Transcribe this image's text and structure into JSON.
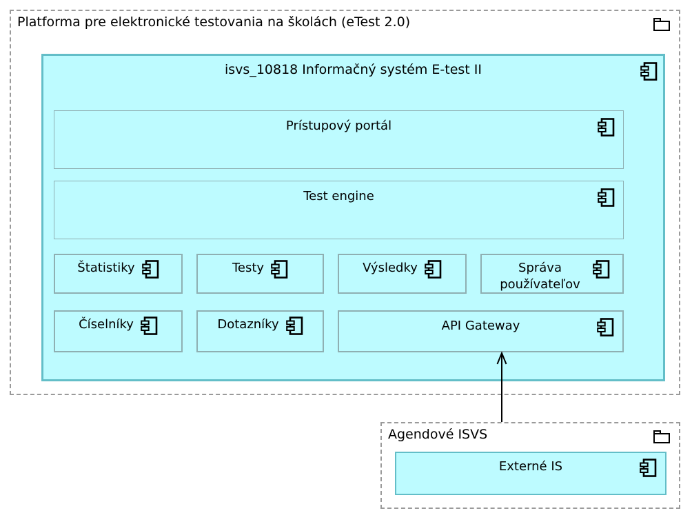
{
  "diagram": {
    "outer_package": {
      "title": "Platforma pre elektronické testovania na školách (eTest 2.0)"
    },
    "system": {
      "title": "isvs_10818 Informačný systém E-test II"
    },
    "components": {
      "pristupovy_portal": "Prístupový portál",
      "test_engine": "Test engine",
      "statistiky": "Štatistiky",
      "testy": "Testy",
      "vysledky": "Výsledky",
      "sprava_pouzivatelov": "Správa používateľov",
      "ciselniky": "Číselníky",
      "dotazniky": "Dotazníky",
      "api_gateway": "API Gateway"
    },
    "external_package": {
      "title": "Agendové ISVS",
      "externe_is": "Externé IS"
    },
    "connector": {
      "from": "Externé IS",
      "to": "API Gateway",
      "style": "solid-line-open-arrow-up"
    }
  },
  "icons": {
    "package_icon": "folder-tab-icon",
    "component_icon": "uml-component-icon"
  },
  "colors": {
    "fill": "#BDFBFF",
    "border-strong": "#63BEC8",
    "border-soft": "#8FAFB2",
    "dash": "#9A9A9A",
    "text": "#000000",
    "background": "#FFFFFF"
  }
}
